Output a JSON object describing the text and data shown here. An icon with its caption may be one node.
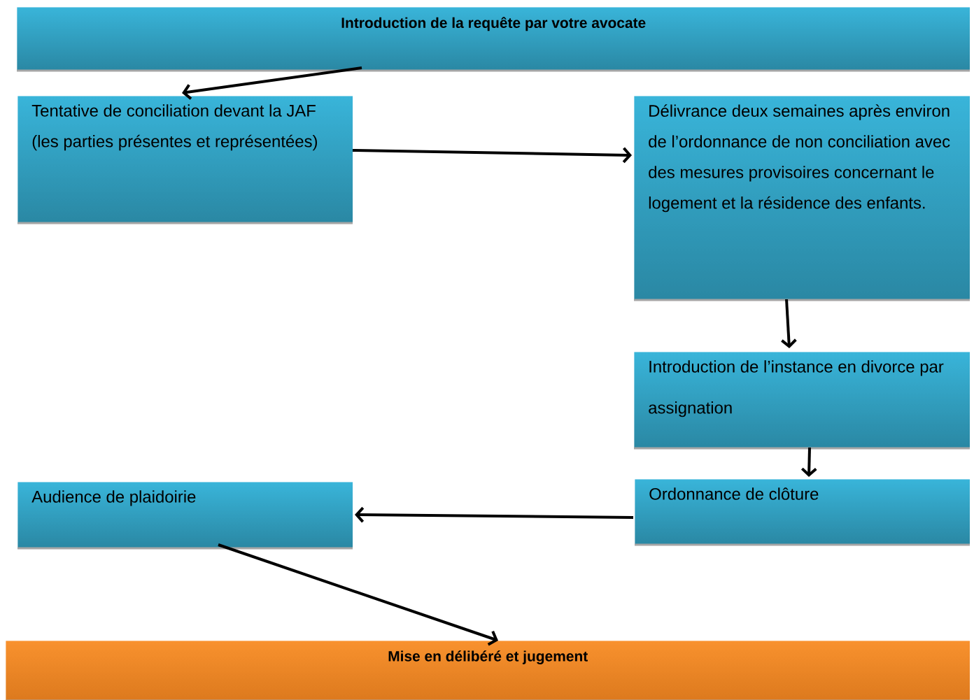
{
  "diagram": {
    "nodes": [
      {
        "text": [
          "Introduction de la requête par votre avocate"
        ]
      },
      {
        "text": [
          "Tentative de conciliation devant la JAF  (les parties présentes et représentées)"
        ]
      },
      {
        "text": [
          "Délivrance deux semaines après environ de l’ordonnance de non conciliation avec des mesures provisoires concernant le logement et la résidence des enfants."
        ]
      },
      {
        "text": [
          "Introduction de l’instance en divorce par assignation"
        ]
      },
      {
        "text": [
          "Ordonnance de clôture"
        ]
      },
      {
        "text": [
          "Audience de plaidoirie"
        ]
      },
      {
        "text": [
          "Mise en délibéré et jugement"
        ]
      }
    ],
    "edges": [
      {
        "from": 0,
        "to": 1,
        "arrow": "to"
      },
      {
        "from": 1,
        "to": 2,
        "arrow": "to"
      },
      {
        "from": 2,
        "to": 3,
        "arrow": "to"
      },
      {
        "from": 3,
        "to": 4,
        "arrow": "to"
      },
      {
        "from": 4,
        "to": 5,
        "arrow": "to"
      },
      {
        "from": 5,
        "to": 6,
        "arrow": "to"
      }
    ]
  }
}
